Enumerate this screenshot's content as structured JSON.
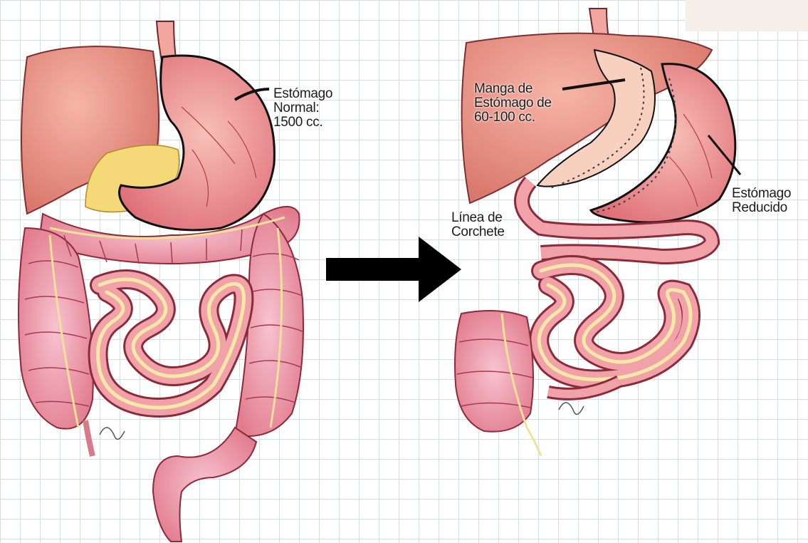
{
  "labels": {
    "normal_stomach": [
      "Estómago",
      "Normal:",
      "1500 cc."
    ],
    "sleeve": [
      "Manga de",
      "Estómago de",
      "60-100 cc."
    ],
    "staple_line": [
      "Línea de",
      "Corchete"
    ],
    "reduced_stomach": [
      "Estómago",
      "Reducido"
    ]
  },
  "colors": {
    "tissue": "#f2a0a0",
    "tissue_dark": "#c8474f",
    "liver": "#ef9a88",
    "fat": "#f7e08a",
    "outline": "#111111",
    "arrow": "#000000"
  }
}
